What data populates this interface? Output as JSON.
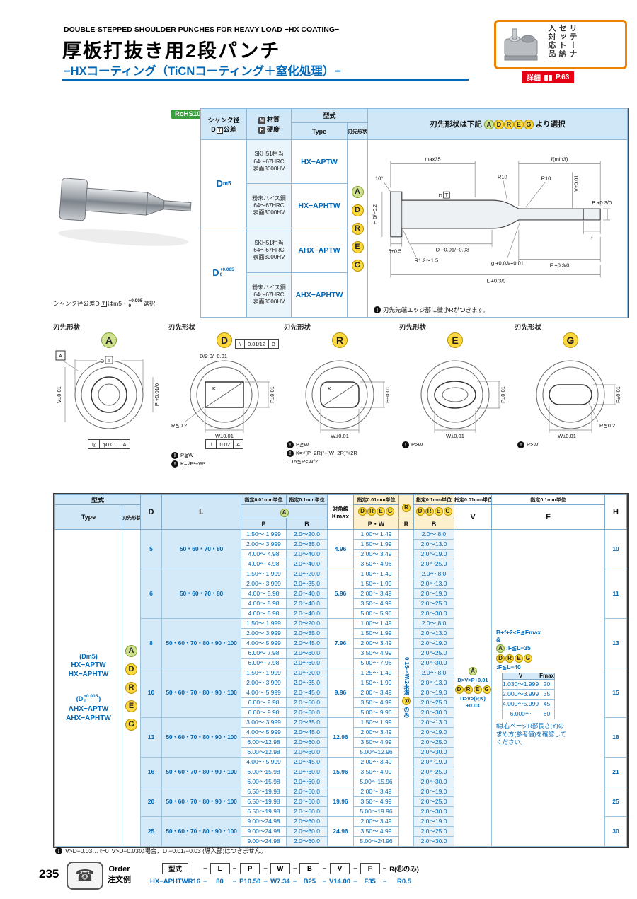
{
  "page": {
    "number": "235"
  },
  "header": {
    "en_title": "DOUBLE-STEPPED SHOULDER PUNCHES FOR HEAVY LOAD −HX COATING−",
    "jp_title": "厚板打抜き用2段パンチ",
    "jp_subtitle": "−HXコーティング（TiCNコーティング＋窒化処理）−",
    "retainer_note": "リテーナセット納入対応品",
    "detail_label": "詳細",
    "detail_page": "P.63"
  },
  "edge_letters": [
    "A",
    "D",
    "R",
    "E",
    "G"
  ],
  "spec": {
    "rohs": "RoHS10",
    "headers": {
      "shank_line1": "シャンク径",
      "shank_d": "D",
      "shank_box": "T",
      "shank_line2_suffix": "公差",
      "m_mark": "M",
      "m_label": "材質",
      "h_mark": "H",
      "h_label": "硬度",
      "model": "型式",
      "type": "Type",
      "edge": "刃先形状",
      "select_pre": "刃先形状は下記",
      "select_post": "より選択"
    },
    "groups": [
      {
        "shank_d": "D",
        "shank_sub": "m5",
        "rows": [
          {
            "material_lines": [
              "SKH51相当",
              "64〜67HRC",
              "表面3000HV"
            ],
            "type": "HX−APTW"
          },
          {
            "material_lines": [
              "粉末ハイス鋼",
              "64〜67HRC",
              "表面3000HV"
            ],
            "type": "HX−APHTW"
          }
        ]
      },
      {
        "shank_d": "D",
        "tol_sup": "+0.005",
        "tol_sub": "0",
        "rows": [
          {
            "material_lines": [
              "SKH51相当",
              "64〜67HRC",
              "表面3000HV"
            ],
            "type": "AHX−APTW"
          },
          {
            "material_lines": [
              "粉末ハイス鋼",
              "64〜67HRC",
              "表面3000HV"
            ],
            "type": "AHX−APHTW"
          }
        ]
      }
    ],
    "photo_note_pre": "シャンク径公差D",
    "photo_note_box": "T",
    "photo_note_mid": "はm5・",
    "photo_note_end": "選択",
    "drawing": {
      "max35": "max35",
      "l_min3": "ℓ(min3)",
      "angle": "10°",
      "r10_1": "R10",
      "r10_2": "R10",
      "v": "V±0.01",
      "h": "H 0/−0.2",
      "head_t": "5±0.5",
      "d_mark": "D",
      "d_mark_box": "T",
      "neck_r": "R1.2〜1.5",
      "d_tol": "D −0.01/−0.03",
      "g_tol": "g +0.03/+0.01",
      "f": "f",
      "b_tol": "B +0.3/0",
      "f_tol": "F +0.3/0",
      "l_tol": "L +0.3/0",
      "note": "刃先先端エッジ部に微小Rがつきます。"
    }
  },
  "edge_section": {
    "title": "刃先形状",
    "panels": [
      {
        "letter": "A",
        "top_dim": "D",
        "top_dim_box": "T",
        "left_dim": "V±0.01",
        "right_dim": "P +0.01/0",
        "datum": "A",
        "frame_bottom": {
          "sym": "◎",
          "val": "φ0.01",
          "ref": "A"
        },
        "notes": []
      },
      {
        "letter": "D",
        "frame_top": {
          "sym": "//",
          "val": "0.01/12",
          "ref": "B"
        },
        "top_dim": "D/2 0/−0.01",
        "diag": "K",
        "right_dim": "P±0.01",
        "bottom_dim": "W±0.01",
        "radius_note": "R≦0.2",
        "frame_bottom": {
          "sym": "⊥",
          "val": "0.02",
          "ref": "A"
        },
        "notes": [
          {
            "mark": true,
            "text": "P≧W"
          },
          {
            "mark": true,
            "text": "K=√P²+W²"
          }
        ]
      },
      {
        "letter": "R",
        "diag": "K",
        "right_dim": "P±0.01",
        "bottom_dim": "W±0.01",
        "notes": [
          {
            "mark": true,
            "text": "P≧W"
          },
          {
            "mark": true,
            "text": "K=√(P−2R)²+(W−2R)²+2R"
          },
          {
            "mark": false,
            "text": "0.15≦R<W/2"
          }
        ]
      },
      {
        "letter": "E",
        "right_dim": "P±0.01",
        "bottom_dim": "W±0.01",
        "notes": [
          {
            "mark": true,
            "text": "P>W"
          }
        ]
      },
      {
        "letter": "G",
        "right_dim": "P±0.01",
        "bottom_dim": "W±0.01",
        "radius_note": "R≦0.2",
        "notes": [
          {
            "mark": true,
            "text": "P>W"
          }
        ]
      }
    ]
  },
  "main_table": {
    "header": {
      "model": "型式",
      "type": "Type",
      "edge": "刃先形状",
      "d": "D",
      "l": "L",
      "spec001": "指定0.01mm単位",
      "spec01": "指定0.1mm単位",
      "p": "P",
      "b": "B",
      "diag1": "対角線",
      "diag2": "Kmax",
      "pw": "P・W",
      "r": "R",
      "v": "V",
      "f": "F",
      "h": "H"
    },
    "left": {
      "group1_shank": "(Dm5)",
      "group1_types": [
        "HX−APTW",
        "HX−APHTW"
      ],
      "group2_pre": "(D",
      "group2_tol_sup": "+0.005",
      "group2_tol_sub": "0",
      "group2_post": ")",
      "group2_types": [
        "AHX−APTW",
        "AHX−APHTW"
      ]
    },
    "r_note": "0.15〜W/2未満",
    "r_note_suffix": "のみ",
    "v_cell": {
      "line1": "D>V>P+0.01",
      "line2": "D>V>(P,K)",
      "line3": "+0.03"
    },
    "f_cell": {
      "line1": "B+f+2<F≦Fmax",
      "amp": "&",
      "a_rule": ":F≦L−35",
      "dreg_rule": ":F≦L−40",
      "mini_table": {
        "headers": [
          "V",
          "Fmax"
        ],
        "rows": [
          [
            "1.030〜1.999",
            "20"
          ],
          [
            "2.000〜3.999",
            "35"
          ],
          [
            "4.000〜5.999",
            "45"
          ],
          [
            "6.000〜",
            "60"
          ]
        ]
      },
      "note": "fは右ページR部長さ(Y)の求め方(参考値)を確認してください。"
    },
    "groups": [
      {
        "d": "5",
        "l": "50・60・70・80",
        "kmax": "4.96",
        "h": "10",
        "rows": [
          {
            "p": "1.50〜 1.999",
            "b": "2.0〜20.0",
            "pw": "1.00〜 1.49",
            "b2": "2.0〜 8.0"
          },
          {
            "p": "2.00〜 3.999",
            "b": "2.0〜35.0",
            "pw": "1.50〜 1.99",
            "b2": "2.0〜13.0"
          },
          {
            "p": "4.00〜 4.98",
            "b": "2.0〜40.0",
            "pw": "2.00〜 3.49",
            "b2": "2.0〜19.0"
          },
          {
            "p": "4.00〜 4.98",
            "b": "2.0〜40.0",
            "pw": "3.50〜 4.96",
            "b2": "2.0〜25.0"
          }
        ]
      },
      {
        "d": "6",
        "l": "50・60・70・80",
        "kmax": "5.96",
        "h": "11",
        "rows": [
          {
            "p": "1.50〜 1.999",
            "b": "2.0〜20.0",
            "pw": "1.00〜 1.49",
            "b2": "2.0〜 8.0"
          },
          {
            "p": "2.00〜 3.999",
            "b": "2.0〜35.0",
            "pw": "1.50〜 1.99",
            "b2": "2.0〜13.0"
          },
          {
            "p": "4.00〜 5.98",
            "b": "2.0〜40.0",
            "pw": "2.00〜 3.49",
            "b2": "2.0〜19.0"
          },
          {
            "p": "4.00〜 5.98",
            "b": "2.0〜40.0",
            "pw": "3.50〜 4.99",
            "b2": "2.0〜25.0"
          },
          {
            "p": "4.00〜 5.98",
            "b": "2.0〜40.0",
            "pw": "5.00〜 5.96",
            "b2": "2.0〜30.0"
          }
        ]
      },
      {
        "d": "8",
        "l": "50・60・70・80・90・100",
        "kmax": "7.96",
        "h": "13",
        "rows": [
          {
            "p": "1.50〜 1.999",
            "b": "2.0〜20.0",
            "pw": "1.00〜 1.49",
            "b2": "2.0〜 8.0"
          },
          {
            "p": "2.00〜 3.999",
            "b": "2.0〜35.0",
            "pw": "1.50〜 1.99",
            "b2": "2.0〜13.0"
          },
          {
            "p": "4.00〜 5.999",
            "b": "2.0〜45.0",
            "pw": "2.00〜 3.49",
            "b2": "2.0〜19.0"
          },
          {
            "p": "6.00〜 7.98",
            "b": "2.0〜60.0",
            "pw": "3.50〜 4.99",
            "b2": "2.0〜25.0"
          },
          {
            "p": "6.00〜 7.98",
            "b": "2.0〜60.0",
            "pw": "5.00〜 7.96",
            "b2": "2.0〜30.0"
          }
        ]
      },
      {
        "d": "10",
        "l": "50・60・70・80・90・100",
        "kmax": "9.96",
        "h": "15",
        "rows": [
          {
            "p": "1.50〜 1.999",
            "b": "2.0〜20.0",
            "pw": "1.25〜 1.49",
            "b2": "2.0〜 8.0"
          },
          {
            "p": "2.00〜 3.999",
            "b": "2.0〜35.0",
            "pw": "1.50〜 1.99",
            "b2": "2.0〜13.0"
          },
          {
            "p": "4.00〜 5.999",
            "b": "2.0〜45.0",
            "pw": "2.00〜 3.49",
            "b2": "2.0〜19.0"
          },
          {
            "p": "6.00〜 9.98",
            "b": "2.0〜60.0",
            "pw": "3.50〜 4.99",
            "b2": "2.0〜25.0"
          },
          {
            "p": "6.00〜 9.98",
            "b": "2.0〜60.0",
            "pw": "5.00〜 9.96",
            "b2": "2.0〜30.0"
          }
        ]
      },
      {
        "d": "13",
        "l": "50・60・70・80・90・100",
        "kmax": "12.96",
        "h": "18",
        "rows": [
          {
            "p": "3.00〜 3.999",
            "b": "2.0〜35.0",
            "pw": "1.50〜 1.99",
            "b2": "2.0〜13.0"
          },
          {
            "p": "4.00〜 5.999",
            "b": "2.0〜45.0",
            "pw": "2.00〜 3.49",
            "b2": "2.0〜19.0"
          },
          {
            "p": "6.00〜12.98",
            "b": "2.0〜60.0",
            "pw": "3.50〜 4.99",
            "b2": "2.0〜25.0"
          },
          {
            "p": "6.00〜12.98",
            "b": "2.0〜60.0",
            "pw": "5.00〜12.96",
            "b2": "2.0〜30.0"
          }
        ]
      },
      {
        "d": "16",
        "l": "50・60・70・80・90・100",
        "kmax": "15.96",
        "h": "21",
        "rows": [
          {
            "p": "4.00〜 5.999",
            "b": "2.0〜45.0",
            "pw": "2.00〜 3.49",
            "b2": "2.0〜19.0"
          },
          {
            "p": "6.00〜15.98",
            "b": "2.0〜60.0",
            "pw": "3.50〜 4.99",
            "b2": "2.0〜25.0"
          },
          {
            "p": "6.00〜15.98",
            "b": "2.0〜60.0",
            "pw": "5.00〜15.96",
            "b2": "2.0〜30.0"
          }
        ]
      },
      {
        "d": "20",
        "l": "50・60・70・80・90・100",
        "kmax": "19.96",
        "h": "25",
        "rows": [
          {
            "p": "6.50〜19.98",
            "b": "2.0〜60.0",
            "pw": "2.00〜 3.49",
            "b2": "2.0〜19.0"
          },
          {
            "p": "6.50〜19.98",
            "b": "2.0〜60.0",
            "pw": "3.50〜 4.99",
            "b2": "2.0〜25.0"
          },
          {
            "p": "6.50〜19.98",
            "b": "2.0〜60.0",
            "pw": "5.00〜19.96",
            "b2": "2.0〜30.0"
          }
        ]
      },
      {
        "d": "25",
        "l": "50・60・70・80・90・100",
        "kmax": "24.96",
        "h": "30",
        "rows": [
          {
            "p": "9.00〜24.98",
            "b": "2.0〜60.0",
            "pw": "2.00〜 3.49",
            "b2": "2.0〜19.0"
          },
          {
            "p": "9.00〜24.98",
            "b": "2.0〜60.0",
            "pw": "3.50〜 4.99",
            "b2": "2.0〜25.0"
          },
          {
            "p": "9.00〜24.98",
            "b": "2.0〜60.0",
            "pw": "5.00〜24.96",
            "b2": "2.0〜30.0"
          }
        ]
      }
    ],
    "footnote_1": "V>D−0.03… ℓ=0",
    "footnote_2": "V>D−0.03の場合、D −0.01/−0.03 (導入部)はつきません。"
  },
  "order": {
    "label_en": "Order",
    "label_jp": "注文例",
    "separator": "−",
    "fields": [
      "型式",
      "L",
      "P",
      "W",
      "B",
      "V",
      "F"
    ],
    "last_field": "R(Ⓡのみ)",
    "example": [
      "HX−APHTWR16",
      "80",
      "P10.50",
      "W7.34",
      "B25",
      "V14.00",
      "F35",
      "R0.5"
    ]
  }
}
